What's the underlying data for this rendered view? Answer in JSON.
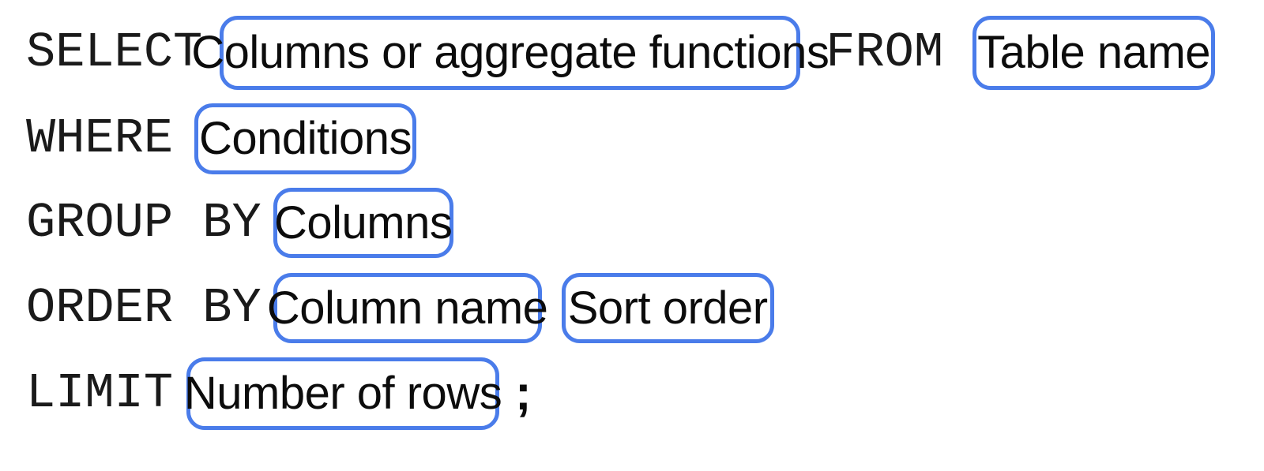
{
  "diagram": {
    "title": "SQL SELECT statement syntax template",
    "background_color": "#ffffff",
    "accent_color": "#4a7cea",
    "text_color": "#0c0c0c",
    "terminator": ";"
  },
  "clauses": [
    {
      "keyword": "SELECT",
      "slots": [
        {
          "label": "Columns or aggregate functions"
        }
      ],
      "trailing_keyword": "FROM",
      "trailing_slots": [
        {
          "label": "Table name"
        }
      ]
    },
    {
      "keyword": "WHERE",
      "slots": [
        {
          "label": "Conditions"
        }
      ]
    },
    {
      "keyword": "GROUP BY",
      "slots": [
        {
          "label": "Columns"
        }
      ]
    },
    {
      "keyword": "ORDER BY",
      "slots": [
        {
          "label": "Column name"
        },
        {
          "label": "Sort order"
        }
      ]
    },
    {
      "keyword": "LIMIT",
      "slots": [
        {
          "label": "Number of rows"
        }
      ]
    }
  ]
}
